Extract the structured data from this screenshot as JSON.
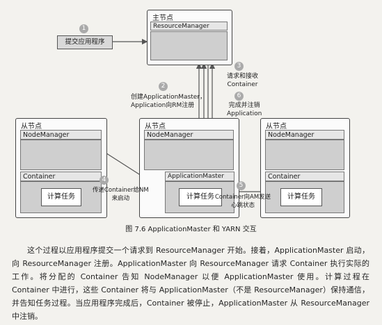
{
  "diagram": {
    "submit_app": "提交应用程序",
    "master": {
      "label": "主节点",
      "manager": "ResourceManager"
    },
    "slave_left": {
      "label": "从节点",
      "manager": "NodeManager",
      "container": "Container",
      "task": "计算任务"
    },
    "slave_center": {
      "label": "从节点",
      "manager": "NodeManager",
      "app_master": "ApplicationMaster",
      "task": "计算任务"
    },
    "slave_right": {
      "label": "从节点",
      "manager": "NodeManager",
      "container": "Container",
      "task": "计算任务"
    },
    "steps": [
      "1",
      "2",
      "3",
      "4",
      "5",
      "6"
    ],
    "note_2": [
      "创建ApplicationMaster，",
      "Application向RM注册"
    ],
    "note_3": [
      "请求和接收",
      "Container"
    ],
    "note_6": [
      "完成并注销",
      "Application"
    ],
    "note_4": [
      "传递Container给NM",
      "来启动"
    ],
    "note_5": [
      "Container向AM发送",
      "心跳状态"
    ]
  },
  "caption": "图 7.6    ApplicationMaster 和 YARN 交互",
  "paragraph": "这个过程以应用程序提交一个请求到 ResourceManager 开始。接着，ApplicationMaster 启动，向 ResourceManager 注册。ApplicationMaster 向 ResourceManager 请求 Container 执行实际的工作。将分配的 Container 告知 NodeManager 以便 ApplicationMaster 使用。计算过程在 Container 中进行，这些 Container 将与 ApplicationMaster（不是 ResourceManager）保持通信，并告知任务过程。当应用程序完成后，Container 被停止，ApplicationMaster 从 ResourceManager 中注销。"
}
